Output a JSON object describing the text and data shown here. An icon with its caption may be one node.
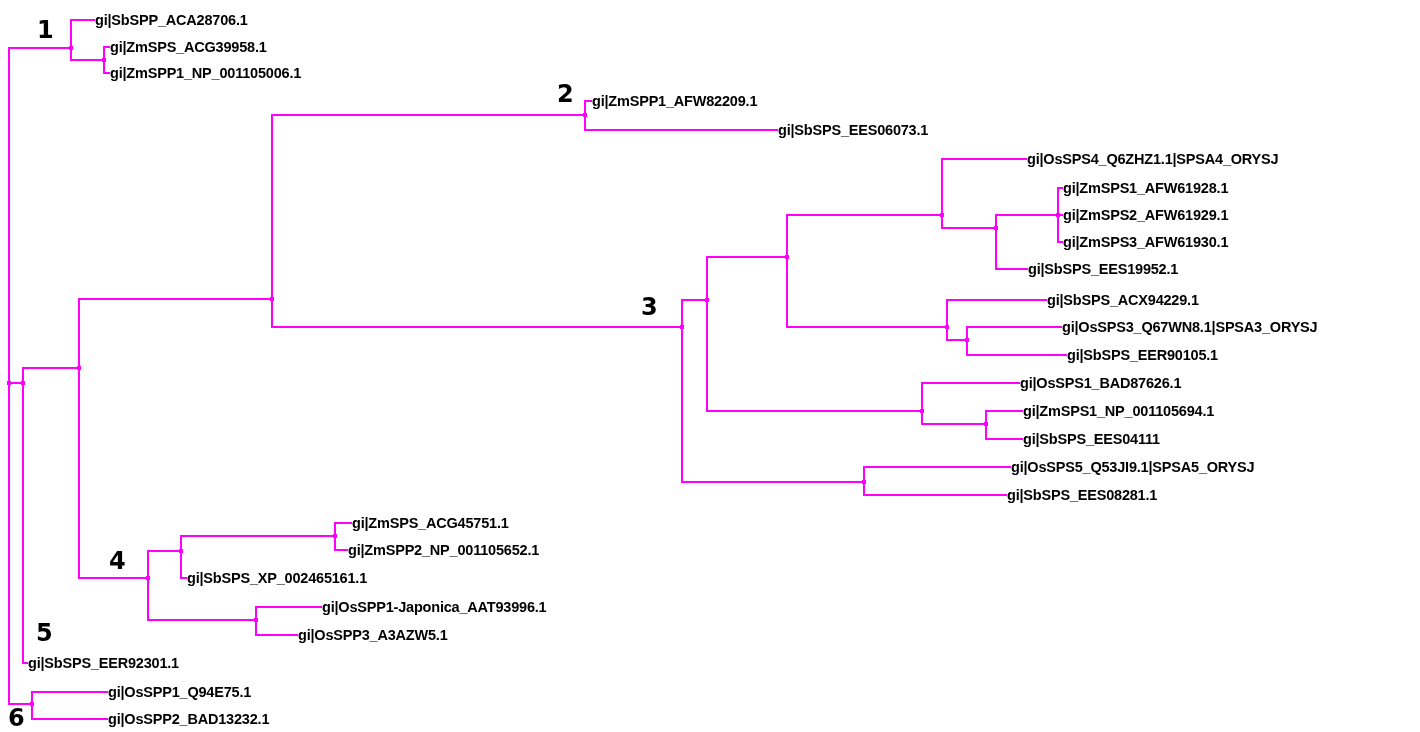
{
  "diagram": {
    "nodes": [
      {
        "text": [],
        "shape": "point"
      },
      {
        "text": [],
        "shape": "point"
      },
      {
        "text": [
          "gi|SbSPP_ACA28706.1"
        ]
      },
      {
        "text": [],
        "shape": "point"
      },
      {
        "text": [
          "gi|ZmSPS_ACG39958.1"
        ]
      },
      {
        "text": [
          "gi|ZmSPP1_NP_001105006.1"
        ]
      },
      {
        "text": [],
        "shape": "point"
      },
      {
        "text": [],
        "shape": "point"
      },
      {
        "text": [],
        "shape": "point"
      },
      {
        "text": [],
        "shape": "point"
      },
      {
        "text": [
          "gi|ZmSPP1_AFW82209.1"
        ]
      },
      {
        "text": [
          "gi|SbSPS_EES06073.1"
        ]
      },
      {
        "text": [],
        "shape": "point"
      },
      {
        "text": [],
        "shape": "point"
      },
      {
        "text": [],
        "shape": "point"
      },
      {
        "text": [],
        "shape": "point"
      },
      {
        "text": [
          "gi|OsSPS4_Q6ZHZ1.1|SPSA4_ORYSJ"
        ]
      },
      {
        "text": [],
        "shape": "point"
      },
      {
        "text": [],
        "shape": "point"
      },
      {
        "text": [
          "gi|ZmSPS1_AFW61928.1"
        ]
      },
      {
        "text": [
          "gi|ZmSPS2_AFW61929.1"
        ]
      },
      {
        "text": [
          "gi|ZmSPS3_AFW61930.1"
        ]
      },
      {
        "text": [
          "gi|SbSPS_EES19952.1"
        ]
      },
      {
        "text": [],
        "shape": "point"
      },
      {
        "text": [
          "gi|SbSPS_ACX94229.1"
        ]
      },
      {
        "text": [],
        "shape": "point"
      },
      {
        "text": [
          "gi|OsSPS3_Q67WN8.1|SPSA3_ORYSJ"
        ]
      },
      {
        "text": [
          "gi|SbSPS_EER90105.1"
        ]
      },
      {
        "text": [],
        "shape": "point"
      },
      {
        "text": [
          "gi|OsSPS1_BAD87626.1"
        ]
      },
      {
        "text": [],
        "shape": "point"
      },
      {
        "text": [
          "gi|ZmSPS1_NP_001105694.1"
        ]
      },
      {
        "text": [
          "gi|SbSPS_EES04111"
        ]
      },
      {
        "text": [],
        "shape": "point"
      },
      {
        "text": [
          "gi|OsSPS5_Q53JI9.1|SPSA5_ORYSJ"
        ]
      },
      {
        "text": [
          "gi|SbSPS_EES08281.1"
        ]
      },
      {
        "text": [],
        "shape": "point"
      },
      {
        "text": [],
        "shape": "point"
      },
      {
        "text": [],
        "shape": "point"
      },
      {
        "text": [
          "gi|ZmSPS_ACG45751.1"
        ]
      },
      {
        "text": [
          "gi|ZmSPP2_NP_001105652.1"
        ]
      },
      {
        "text": [
          "gi|SbSPS_XP_002465161.1"
        ]
      },
      {
        "text": [],
        "shape": "point"
      },
      {
        "text": [
          "gi|OsSPP1-Japonica_AAT93996.1"
        ]
      },
      {
        "text": [
          "gi|OsSPP3_A3AZW5.1"
        ]
      },
      {
        "text": [
          "gi|SbSPS_EER92301.1"
        ]
      },
      {
        "text": [],
        "shape": "point"
      },
      {
        "text": [
          "gi|OsSPP1_Q94E75.1"
        ]
      },
      {
        "text": [
          "gi|OsSPP2_BAD13232.1"
        ]
      }
    ],
    "edges": [
      {
        "from": 0,
        "to": 1,
        "arrow": "none"
      },
      {
        "from": 0,
        "to": 6,
        "arrow": "none"
      },
      {
        "from": 0,
        "to": 46,
        "arrow": "none"
      },
      {
        "from": 1,
        "to": 2,
        "arrow": "none"
      },
      {
        "from": 1,
        "to": 3,
        "arrow": "none"
      },
      {
        "from": 3,
        "to": 4,
        "arrow": "none"
      },
      {
        "from": 3,
        "to": 5,
        "arrow": "none"
      },
      {
        "from": 6,
        "to": 7,
        "arrow": "none"
      },
      {
        "from": 6,
        "to": 45,
        "arrow": "none"
      },
      {
        "from": 7,
        "to": 8,
        "arrow": "none"
      },
      {
        "from": 7,
        "to": 36,
        "arrow": "none"
      },
      {
        "from": 8,
        "to": 9,
        "arrow": "none"
      },
      {
        "from": 8,
        "to": 12,
        "arrow": "none"
      },
      {
        "from": 9,
        "to": 10,
        "arrow": "none"
      },
      {
        "from": 9,
        "to": 11,
        "arrow": "none"
      },
      {
        "from": 12,
        "to": 13,
        "arrow": "none"
      },
      {
        "from": 12,
        "to": 33,
        "arrow": "none"
      },
      {
        "from": 13,
        "to": 14,
        "arrow": "none"
      },
      {
        "from": 13,
        "to": 28,
        "arrow": "none"
      },
      {
        "from": 14,
        "to": 15,
        "arrow": "none"
      },
      {
        "from": 14,
        "to": 23,
        "arrow": "none"
      },
      {
        "from": 15,
        "to": 16,
        "arrow": "none"
      },
      {
        "from": 15,
        "to": 17,
        "arrow": "none"
      },
      {
        "from": 17,
        "to": 18,
        "arrow": "none"
      },
      {
        "from": 17,
        "to": 22,
        "arrow": "none"
      },
      {
        "from": 18,
        "to": 19,
        "arrow": "none"
      },
      {
        "from": 18,
        "to": 20,
        "arrow": "none"
      },
      {
        "from": 18,
        "to": 21,
        "arrow": "none"
      },
      {
        "from": 23,
        "to": 24,
        "arrow": "none"
      },
      {
        "from": 23,
        "to": 25,
        "arrow": "none"
      },
      {
        "from": 25,
        "to": 26,
        "arrow": "none"
      },
      {
        "from": 25,
        "to": 27,
        "arrow": "none"
      },
      {
        "from": 28,
        "to": 29,
        "arrow": "none"
      },
      {
        "from": 28,
        "to": 30,
        "arrow": "none"
      },
      {
        "from": 30,
        "to": 31,
        "arrow": "none"
      },
      {
        "from": 30,
        "to": 32,
        "arrow": "none"
      },
      {
        "from": 33,
        "to": 34,
        "arrow": "none"
      },
      {
        "from": 33,
        "to": 35,
        "arrow": "none"
      },
      {
        "from": 36,
        "to": 37,
        "arrow": "none"
      },
      {
        "from": 36,
        "to": 42,
        "arrow": "none"
      },
      {
        "from": 37,
        "to": 38,
        "arrow": "none"
      },
      {
        "from": 37,
        "to": 41,
        "arrow": "none"
      },
      {
        "from": 38,
        "to": 39,
        "arrow": "none"
      },
      {
        "from": 38,
        "to": 40,
        "arrow": "none"
      },
      {
        "from": 42,
        "to": 43,
        "arrow": "none"
      },
      {
        "from": 42,
        "to": 44,
        "arrow": "none"
      },
      {
        "from": 46,
        "to": 47,
        "arrow": "none"
      },
      {
        "from": 46,
        "to": 48,
        "arrow": "none"
      }
    ],
    "labels": [
      "1",
      "2",
      "3",
      "4",
      "5",
      "6"
    ]
  }
}
